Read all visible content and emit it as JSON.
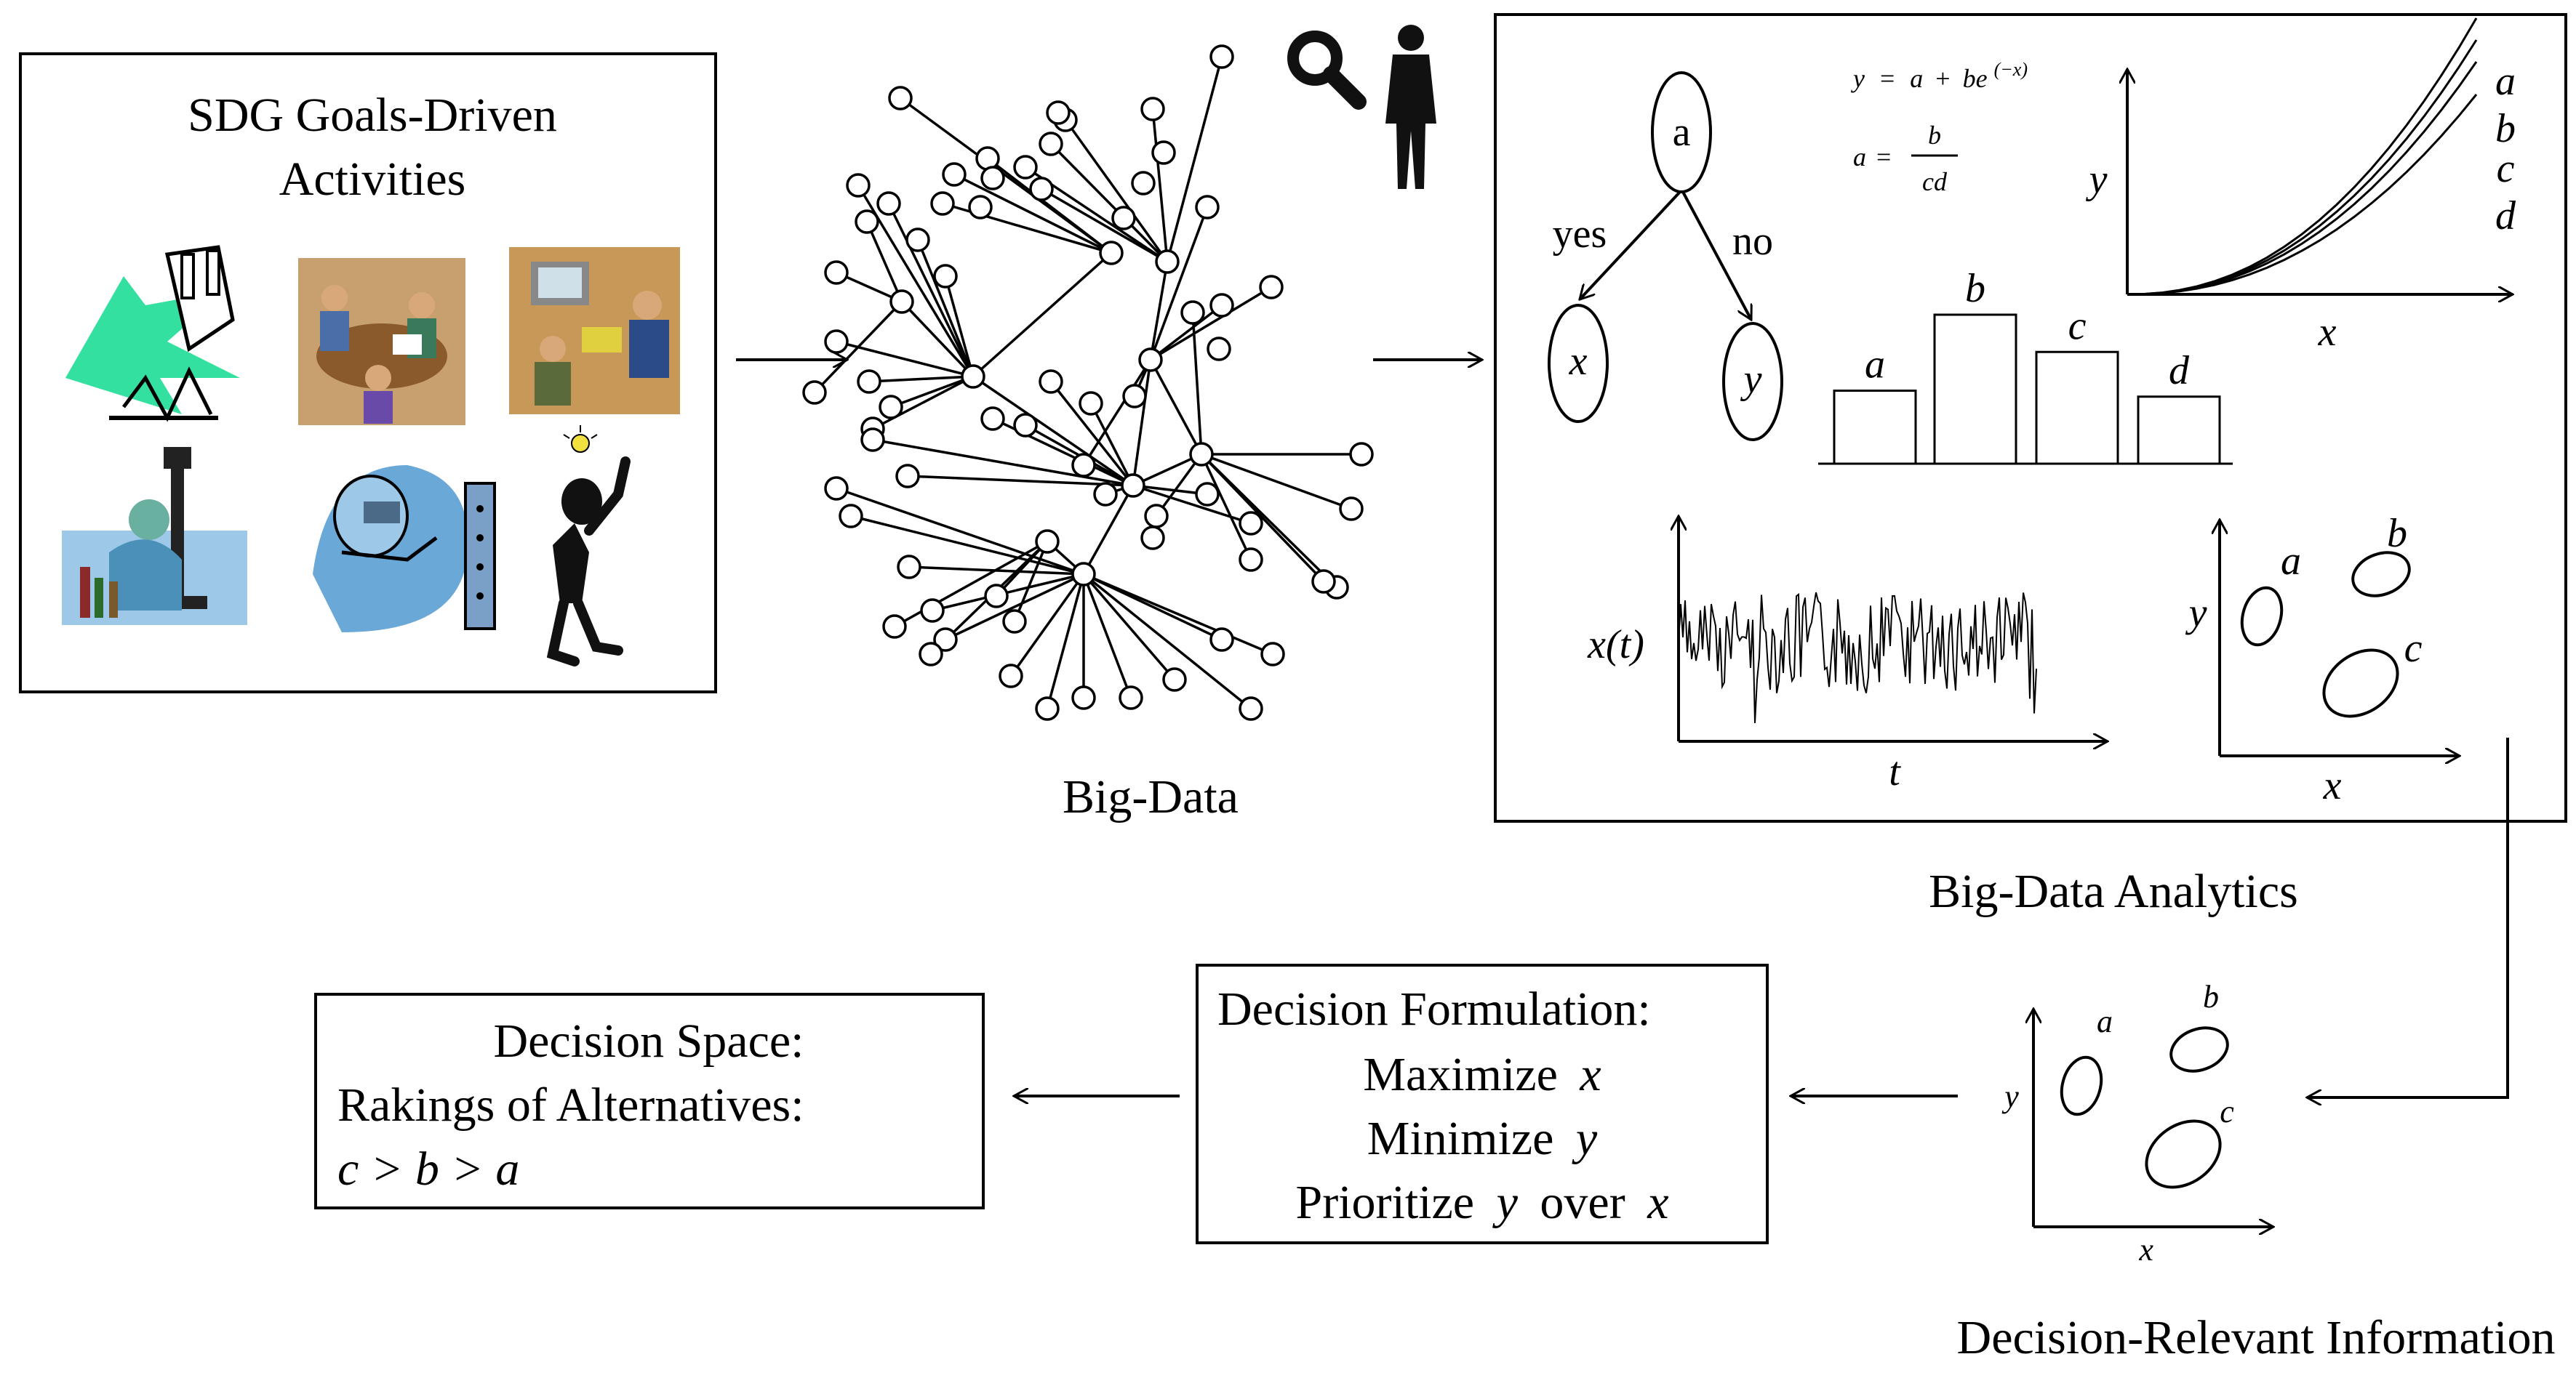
{
  "sdg_box": {
    "title_line1": "SDG Goals-Driven",
    "title_line2": "Activities"
  },
  "big_data": {
    "label": "Big-Data"
  },
  "analytics": {
    "label": "Big-Data Analytics",
    "tree": {
      "root": "a",
      "left_edge": "yes",
      "right_edge": "no",
      "left_leaf": "x",
      "right_leaf": "y"
    },
    "formula": {
      "eq1_lhs": "y",
      "eq1_eq": "=",
      "eq1_a": "a",
      "eq1_plus": "+",
      "eq1_be": "be",
      "eq1_exp": "(−x)",
      "eq2_lhs": "a",
      "eq2_eq": "=",
      "eq2_num": "b",
      "eq2_den": "cd"
    },
    "curves": {
      "type": "line",
      "ylabel": "y",
      "xlabel": "x",
      "series": [
        "a",
        "b",
        "c",
        "d"
      ]
    },
    "bars": {
      "type": "bar",
      "categories": [
        "a",
        "b",
        "c",
        "d"
      ],
      "values": [
        0.49,
        1.0,
        0.75,
        0.45
      ]
    },
    "timeseries": {
      "ylabel": "x(t)",
      "xlabel": "t"
    },
    "scatter": {
      "ylabel": "y",
      "xlabel": "x",
      "clusters": [
        "a",
        "b",
        "c"
      ]
    }
  },
  "decision_info": {
    "label": "Decision-Relevant Information",
    "scatter": {
      "ylabel": "y",
      "xlabel": "x",
      "clusters": [
        "a",
        "b",
        "c"
      ]
    }
  },
  "formulation": {
    "title": "Decision Formulation:",
    "line1_word": "Maximize",
    "line1_var": "x",
    "line2_word": "Minimize",
    "line2_var": "y",
    "line3_word": "Prioritize",
    "line3_var1": "y",
    "line3_mid": "over",
    "line3_var2": "x"
  },
  "space": {
    "title": "Decision Space:",
    "subtitle": "Rakings of Alternatives:",
    "ranking": "c > b > a"
  },
  "colors": {
    "stroke": "#000000",
    "background": "#ffffff",
    "clipart_green": "#33e0a0",
    "clipart_blue": "#9ec8e8",
    "clipart_skin": "#d9a878"
  }
}
